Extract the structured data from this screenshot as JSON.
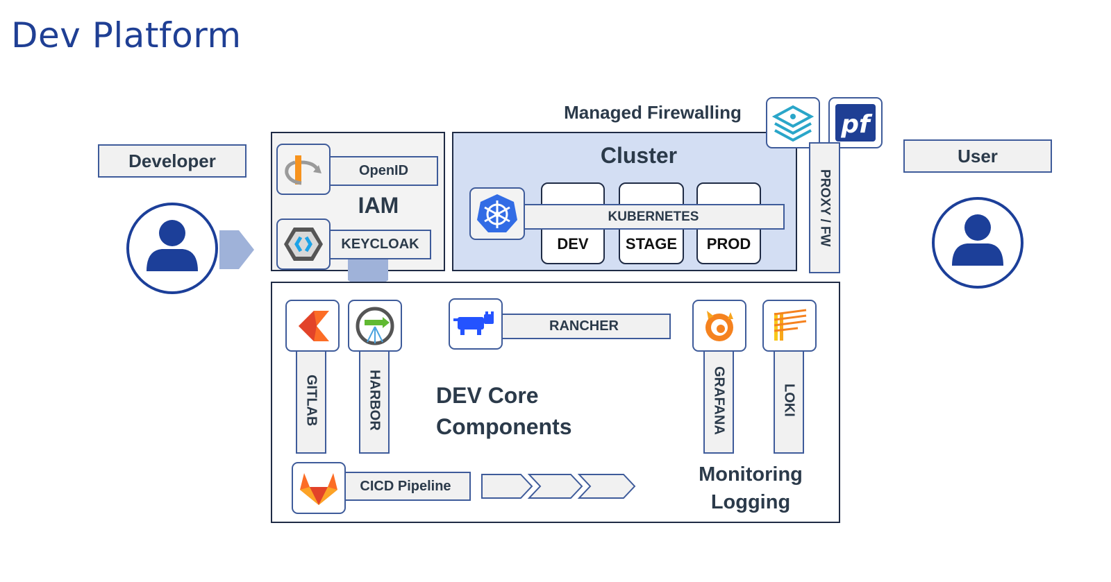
{
  "page_title": "Dev Platform",
  "developer": {
    "label": "Developer"
  },
  "user": {
    "label": "User"
  },
  "iam": {
    "title": "IAM",
    "openid": "OpenID",
    "keycloak": "KEYCLOAK"
  },
  "firewall": {
    "title": "Managed Firewalling",
    "proxy": "PROXY / FW"
  },
  "cluster": {
    "title": "Cluster",
    "kubernetes": "KUBERNETES",
    "envs": [
      "DEV",
      "STAGE",
      "PROD"
    ]
  },
  "core": {
    "title_line1": "DEV Core",
    "title_line2": "Components",
    "gitlab": "GITLAB",
    "harbor": "HARBOR",
    "rancher": "RANCHER",
    "grafana": "GRAFANA",
    "loki": "LOKI",
    "cicd": "CICD Pipeline",
    "monitoring": "Monitoring",
    "logging": "Logging"
  },
  "colors": {
    "title_blue": "#1f3f94",
    "person_blue": "#1c3f99",
    "cluster_bg": "#d3def3",
    "border": "#3e5b9a",
    "arrow": "#9fb2d9"
  },
  "icons": [
    "person-icon",
    "openid-icon",
    "keycloak-icon",
    "kubernetes-icon",
    "gitlab-icon",
    "harbor-icon",
    "rancher-icon",
    "grafana-icon",
    "loki-icon",
    "gitlab-fox-icon",
    "firewall-layers-icon",
    "pfsense-icon"
  ]
}
